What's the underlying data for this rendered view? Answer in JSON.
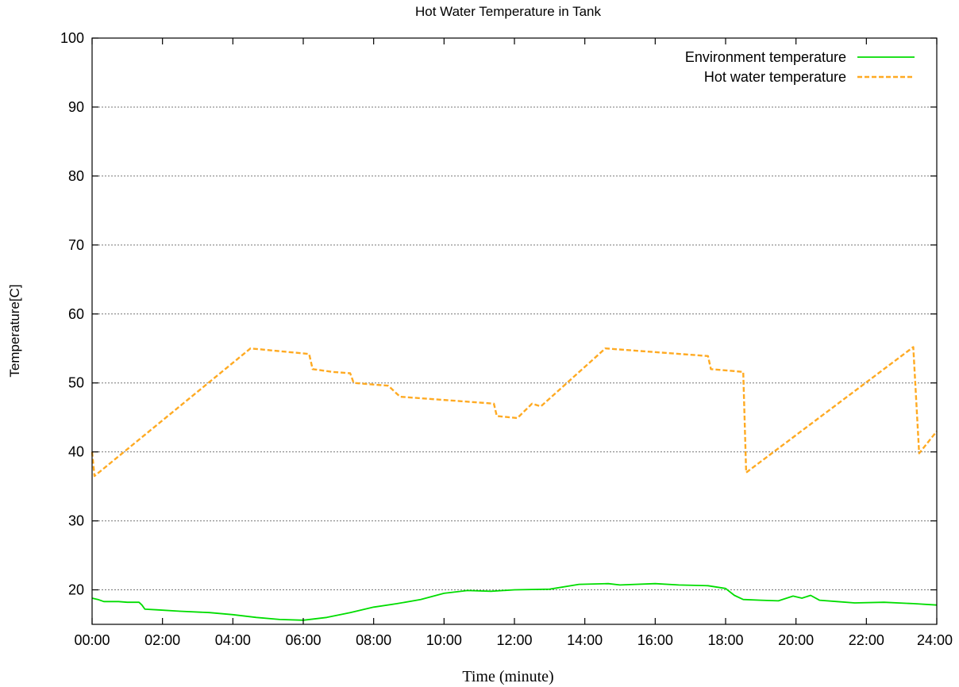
{
  "chart_data": {
    "type": "line",
    "title": "Hot Water Temperature in Tank",
    "xlabel": "Time (minute)",
    "ylabel": "Temperature[C]",
    "xlim": [
      0,
      1440
    ],
    "ylim": [
      15,
      100
    ],
    "x_ticks": [
      {
        "value": 0,
        "label": "00:00"
      },
      {
        "value": 120,
        "label": "02:00"
      },
      {
        "value": 240,
        "label": "04:00"
      },
      {
        "value": 360,
        "label": "06:00"
      },
      {
        "value": 480,
        "label": "08:00"
      },
      {
        "value": 600,
        "label": "10:00"
      },
      {
        "value": 720,
        "label": "12:00"
      },
      {
        "value": 840,
        "label": "14:00"
      },
      {
        "value": 960,
        "label": "16:00"
      },
      {
        "value": 1080,
        "label": "18:00"
      },
      {
        "value": 1200,
        "label": "20:00"
      },
      {
        "value": 1320,
        "label": "22:00"
      },
      {
        "value": 1440,
        "label": "24:00"
      }
    ],
    "y_ticks": [
      {
        "value": 20,
        "label": "20"
      },
      {
        "value": 30,
        "label": "30"
      },
      {
        "value": 40,
        "label": "40"
      },
      {
        "value": 50,
        "label": "50"
      },
      {
        "value": 60,
        "label": "60"
      },
      {
        "value": 70,
        "label": "70"
      },
      {
        "value": 80,
        "label": "80"
      },
      {
        "value": 90,
        "label": "90"
      },
      {
        "value": 100,
        "label": "100"
      }
    ],
    "grid": "horizontal dotted",
    "legend_position": "top-right",
    "series": [
      {
        "name": "Environment temperature",
        "color": "#00dd00",
        "style": "solid",
        "points": [
          [
            0,
            18.8
          ],
          [
            10,
            18.6
          ],
          [
            20,
            18.3
          ],
          [
            45,
            18.3
          ],
          [
            60,
            18.2
          ],
          [
            80,
            18.2
          ],
          [
            85,
            17.8
          ],
          [
            90,
            17.2
          ],
          [
            110,
            17.1
          ],
          [
            150,
            16.9
          ],
          [
            200,
            16.7
          ],
          [
            240,
            16.4
          ],
          [
            280,
            16.0
          ],
          [
            320,
            15.7
          ],
          [
            360,
            15.6
          ],
          [
            400,
            16.0
          ],
          [
            440,
            16.7
          ],
          [
            480,
            17.5
          ],
          [
            520,
            18.0
          ],
          [
            560,
            18.6
          ],
          [
            600,
            19.5
          ],
          [
            640,
            19.9
          ],
          [
            680,
            19.8
          ],
          [
            720,
            20.0
          ],
          [
            780,
            20.1
          ],
          [
            830,
            20.8
          ],
          [
            880,
            20.9
          ],
          [
            900,
            20.7
          ],
          [
            960,
            20.9
          ],
          [
            1000,
            20.7
          ],
          [
            1050,
            20.6
          ],
          [
            1080,
            20.2
          ],
          [
            1095,
            19.2
          ],
          [
            1110,
            18.6
          ],
          [
            1140,
            18.5
          ],
          [
            1170,
            18.4
          ],
          [
            1195,
            19.1
          ],
          [
            1210,
            18.8
          ],
          [
            1225,
            19.2
          ],
          [
            1240,
            18.5
          ],
          [
            1270,
            18.3
          ],
          [
            1300,
            18.1
          ],
          [
            1350,
            18.2
          ],
          [
            1400,
            18.0
          ],
          [
            1440,
            17.8
          ]
        ]
      },
      {
        "name": "Hot water temperature",
        "color": "#ffaa22",
        "style": "dashed",
        "points": [
          [
            0,
            40
          ],
          [
            4,
            36.5
          ],
          [
            270,
            55
          ],
          [
            370,
            54.2
          ],
          [
            376,
            52
          ],
          [
            410,
            51.6
          ],
          [
            440,
            51.4
          ],
          [
            446,
            50
          ],
          [
            505,
            49.6
          ],
          [
            525,
            48
          ],
          [
            685,
            47
          ],
          [
            690,
            45.2
          ],
          [
            725,
            44.9
          ],
          [
            750,
            47
          ],
          [
            765,
            46.6
          ],
          [
            875,
            55
          ],
          [
            1050,
            53.9
          ],
          [
            1055,
            52
          ],
          [
            1110,
            51.6
          ],
          [
            1115,
            37
          ],
          [
            1400,
            55.2
          ],
          [
            1410,
            39.8
          ],
          [
            1440,
            43
          ]
        ]
      }
    ]
  }
}
